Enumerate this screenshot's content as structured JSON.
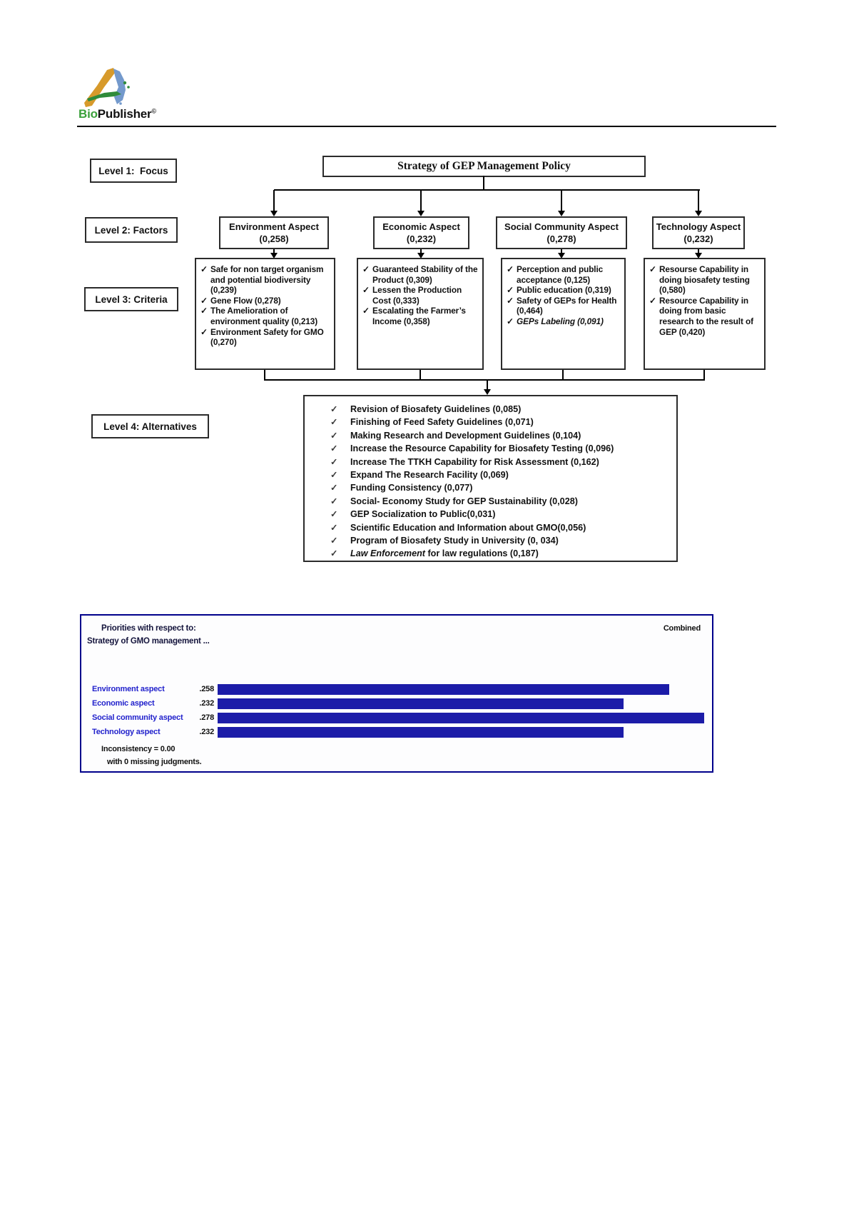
{
  "brand": {
    "bio": "Bio",
    "publisher": "Publisher",
    "mark": "©"
  },
  "levels": [
    {
      "label": "Level 1:  Focus"
    },
    {
      "label": "Level 2: Factors"
    },
    {
      "label": "Level 3: Criteria"
    },
    {
      "label": "Level 4: Alternatives"
    }
  ],
  "focus": {
    "title": "Strategy of GEP Management Policy"
  },
  "factors": [
    {
      "name": "Environment Aspect",
      "weight": "(0,258)",
      "criteria": [
        {
          "text": "Safe for non target organism and potential biodiversity (0,239)"
        },
        {
          "text": "Gene Flow (0,278)"
        },
        {
          "text": "The Amelioration of environment quality (0,213)"
        },
        {
          "text": "Environment Safety for GMO (0,270)"
        }
      ]
    },
    {
      "name": "Economic Aspect",
      "weight": "(0,232)",
      "criteria": [
        {
          "text": "Guaranteed Stability of the Product (0,309)"
        },
        {
          "text": "Lessen the Production Cost (0,333)"
        },
        {
          "text": "Escalating the Farmer’s Income (0,358)"
        }
      ]
    },
    {
      "name": "Social Community Aspect",
      "weight": "(0,278)",
      "criteria": [
        {
          "text": "Perception and public acceptance  (0,125)"
        },
        {
          "text": "Public  education (0,319)"
        },
        {
          "text": "Safety of GEPs for Health  (0,464)"
        },
        {
          "text": "GEPs Labeling (0,091)",
          "italic": true
        }
      ]
    },
    {
      "name": "Technology Aspect",
      "weight": "(0,232)",
      "criteria": [
        {
          "text": "Resourse Capability in doing biosafety testing (0,580)"
        },
        {
          "text": "Resource Capability  in doing from basic research  to the result of GEP (0,420)"
        }
      ]
    }
  ],
  "alternatives": {
    "items": [
      {
        "text": "Revision of Biosafety Guidelines (0,085)"
      },
      {
        "text": "Finishing of Feed Safety Guidelines (0,071)"
      },
      {
        "text": "Making Research and Development  Guidelines (0,104)"
      },
      {
        "text": "Increase the Resource Capability for Biosafety Testing (0,096)"
      },
      {
        "text": "Increase The TTKH Capability for Risk Assessment (0,162)"
      },
      {
        "text": "Expand The Research Facility  (0,069)"
      },
      {
        "text": "Funding Consistency (0,077)"
      },
      {
        "text": "Social- Economy Study for GEP Sustainability (0,028)"
      },
      {
        "text": "GEP Socialization to Public(0,031)"
      },
      {
        "text": "Scientific Education and Information about GMO(0,056)"
      },
      {
        "text": "Program of Biosafety Study in University (0, 034)"
      },
      {
        "italic_lead": "Law Enforcement",
        "text": " for law regulations (0,187)"
      }
    ]
  },
  "icons": {
    "check": "✓"
  },
  "chart_data": {
    "type": "bar",
    "title": "Priorities with respect to:",
    "subtitle": "Strategy of GMO management ...",
    "legend": "Combined",
    "legend_position": "top-right",
    "categories": [
      "Environment aspect",
      "Economic aspect",
      "Social community aspect",
      "Technology aspect"
    ],
    "values": [
      0.258,
      0.232,
      0.278,
      0.232
    ],
    "value_labels": [
      ".258",
      ".232",
      ".278",
      ".232"
    ],
    "footer_lines": [
      "Inconsistency = 0.00",
      "with 0  missing judgments."
    ],
    "xlim": [
      0,
      0.278
    ],
    "grid": false,
    "bar_color": "#1c1ca8",
    "label_color": "#2222cc"
  },
  "colors": {
    "panel_border": "#00008b",
    "brand_green": "#3aa03a"
  }
}
